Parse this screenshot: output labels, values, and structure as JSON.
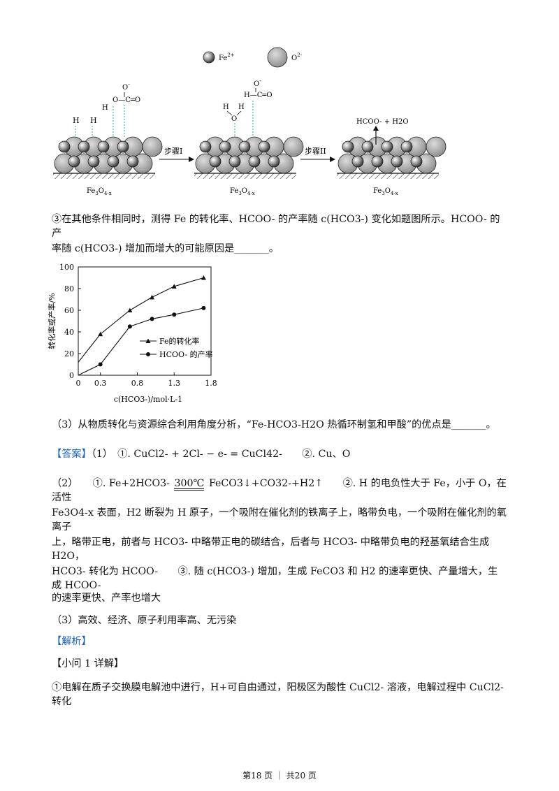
{
  "diagram": {
    "legend": {
      "fe": "Fe",
      "fe_charge": "2+",
      "o": "O",
      "o_charge": "2-"
    },
    "panel1": {
      "atoms": [
        "H",
        "H"
      ],
      "formate": {
        "o_top": "O",
        "o_top_charge": "-",
        "h": "H",
        "o_c_o": "O—C═O"
      }
    },
    "panel2": {
      "water_o": "O",
      "water_h1": "H",
      "water_h2": "H",
      "formate": {
        "o_top": "O",
        "o_top_charge": "-",
        "h_c_o": "H—C═O"
      }
    },
    "panel3": {
      "products": "HCOO- + H2O"
    },
    "step1": "步骤I",
    "step2": "步骤II",
    "surface_label": {
      "base": "Fe",
      "s1": "3",
      "mid": "O",
      "s2": "4-x"
    }
  },
  "text": {
    "q3_line1": "③在其他条件相同时，测得 Fe 的转化率、HCOO- 的产率随 c(HCO3-) 变化如题图所示。HCOO- 的产",
    "q3_line2": "率随 c(HCO3-) 增加而增大的可能原因是_______。",
    "q3_part": "（3）从物质转化与资源综合利用角度分析，“Fe-HCO3-H2O 热循环制氢和甲酸”的优点是_______。",
    "answer_tag": "【答案】",
    "ans1": "（1）　①. CuCl2- + 2Cl- − e- = CuCl42-　　②. Cu、O",
    "ans2_a": "（2）　　①. Fe+2HCO3-",
    "ans2_cond": "300℃",
    "ans2_b": "FeCO3↓+CO32-+H2↑　　②. H 的电负性大于 Fe，小于 O，在活性",
    "ans2_c": "Fe3O4-x 表面，H2 断裂为 H 原子，一个吸附在催化剂的铁离子上，略带负电，一个吸附在催化剂的氧离子",
    "ans2_d": "上，略带正电，前者与 HCO3- 中略带正电的碳结合，后者与 HCO3- 中略带负电的羟基氧结合生成 H2O，",
    "ans2_e": "HCO3- 转化为 HCOO-　　③. 随 c(HCO3-) 增加，生成 FeCO3 和 H2 的速率更快、产量增大，生成 HCOO-",
    "ans2_f": "的速率更快、产率也增大",
    "ans3": "（3）高效、经济、原子利用率高、无污染",
    "analysis_tag": "【解析】",
    "sub_q1": "【小问 1 详解】",
    "detail1": "①电解在质子交换膜电解池中进行，H+可自由通过，阳极区为酸性 CuCl2- 溶液，电解过程中 CuCl2- 转化",
    "footer": "第18 页 ｜ 共20 页"
  },
  "chart_data": {
    "type": "line",
    "xlabel": "c(HCO3-)/mol·L-1",
    "ylabel": "转化率或产率/%",
    "xlim": [
      0,
      1.8
    ],
    "ylim": [
      0,
      100
    ],
    "xticks": [
      "0",
      "0.3",
      "0.8",
      "1.3",
      "1.8"
    ],
    "xtick_values": [
      0,
      0.3,
      0.8,
      1.3,
      1.8
    ],
    "yticks": [
      "0",
      "20",
      "40",
      "60",
      "80",
      "100"
    ],
    "ytick_values": [
      0,
      20,
      40,
      60,
      80,
      100
    ],
    "series": [
      {
        "name": "Fe的转化率",
        "marker": "triangle",
        "x": [
          0,
          0.3,
          0.7,
          1.0,
          1.3,
          1.7
        ],
        "y": [
          12,
          38,
          60,
          72,
          82,
          90
        ]
      },
      {
        "name": "HCOO- 的产率",
        "marker": "circle",
        "x": [
          0,
          0.3,
          0.7,
          1.0,
          1.3,
          1.7
        ],
        "y": [
          0,
          10,
          45,
          52,
          56,
          62
        ]
      }
    ],
    "legend_position": "bottom-right"
  }
}
